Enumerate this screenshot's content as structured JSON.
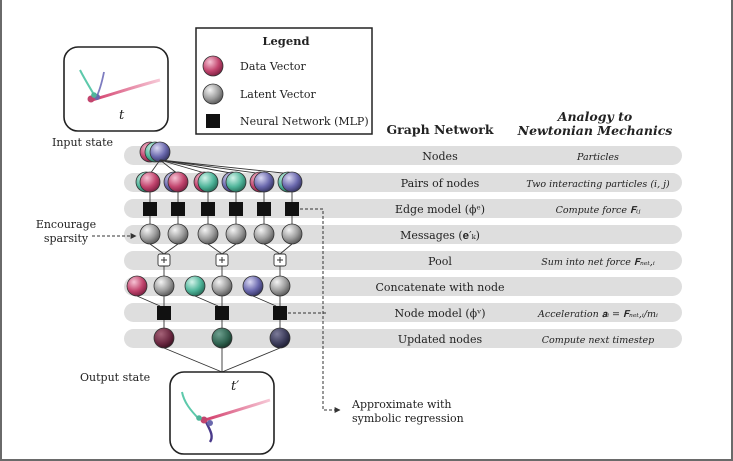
{
  "legend": {
    "title": "Legend",
    "items": [
      {
        "label": "Data Vector",
        "kind": "data"
      },
      {
        "label": "Latent Vector",
        "kind": "latent"
      },
      {
        "label": "Neural Network (MLP)",
        "kind": "mlp"
      }
    ]
  },
  "labels": {
    "input_state": "Input state",
    "output_state": "Output state",
    "time_in": "t",
    "time_out": "t′",
    "encourage_sparsity_1": "Encourage",
    "encourage_sparsity_2": "sparsity",
    "approx_1": "Approximate with",
    "approx_2": "symbolic regression"
  },
  "headers": {
    "graph_network": "Graph Network",
    "analogy_line1": "Analogy to",
    "analogy_line2": "Newtonian Mechanics"
  },
  "rows": [
    {
      "name": "Nodes",
      "analogy": "Particles"
    },
    {
      "name": "Pairs of nodes",
      "analogy": "Two interacting particles (i, j)"
    },
    {
      "name": "Edge model (ϕᵉ)",
      "analogy": "Compute force 𝐅ᵢⱼ"
    },
    {
      "name": "Messages (𝐞′ₖ)",
      "analogy": ""
    },
    {
      "name": "Pool",
      "analogy": "Sum into net force 𝐅ₙₑₜ,ᵢ"
    },
    {
      "name": "Concatenate with node",
      "analogy": ""
    },
    {
      "name": "Node model (ϕᵛ)",
      "analogy": "Acceleration 𝐚ᵢ = 𝐅ₙₑₜ,ᵢ/mᵢ"
    },
    {
      "name": "Updated nodes",
      "analogy": "Compute next timestep"
    }
  ],
  "colors": {
    "pink": "#c2456e",
    "teal": "#4fb59a",
    "purple": "#6a68ad",
    "gray": "#9a9a9a",
    "row_band": "#dedede",
    "out_pink": "#6a2740",
    "out_teal": "#2f6350",
    "out_purple": "#3a3a58"
  }
}
